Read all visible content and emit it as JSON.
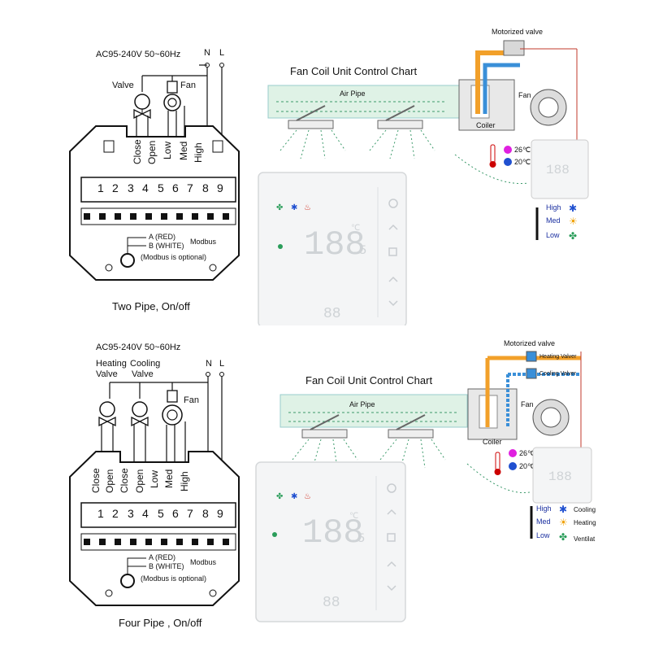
{
  "top": {
    "power_label": "AC95-240V  50~60Hz",
    "n_label": "N",
    "l_label": "L",
    "valve_label": "Valve",
    "fan_label": "Fan",
    "terminal_labels": [
      "Close",
      "Open",
      "Low",
      "Med",
      "High"
    ],
    "terminal_numbers": [
      "1",
      "2",
      "3",
      "4",
      "5",
      "6",
      "7",
      "8",
      "9"
    ],
    "modbus_a": "A (RED)",
    "modbus_b": "B (WHITE)",
    "modbus_label": "Modbus",
    "modbus_note": "(Modbus is optional)",
    "caption": "Two Pipe, On/off",
    "chart_title": "Fan Coil Unit Control Chart",
    "air_pipe": "Air Pipe",
    "motorized_valve": "Motorized valve",
    "fan_unit": "Fan",
    "coiler": "Coiler",
    "temp_hot": "26℃",
    "temp_cold": "20℃",
    "speed_high": "High",
    "speed_med": "Med",
    "speed_low": "Low",
    "display_main": "188",
    "display_decimal": ".5",
    "display_unit": "℃",
    "display_small": "88"
  },
  "bottom": {
    "power_label": "AC95-240V  50~60Hz",
    "n_label": "N",
    "l_label": "L",
    "heating_valve_1": "Heating",
    "heating_valve_2": "Valve",
    "cooling_valve_1": "Cooling",
    "cooling_valve_2": "Valve",
    "fan_label": "Fan",
    "terminal_labels": [
      "Close",
      "Open",
      "Close",
      "Open",
      "Low",
      "Med",
      "High"
    ],
    "terminal_numbers": [
      "1",
      "2",
      "3",
      "4",
      "5",
      "6",
      "7",
      "8",
      "9"
    ],
    "modbus_a": "A (RED)",
    "modbus_b": "B (WHITE)",
    "modbus_label": "Modbus",
    "modbus_note": "(Modbus is optional)",
    "caption": "Four Pipe , On/off",
    "chart_title": "Fan Coil Unit Control Chart",
    "air_pipe": "Air Pipe",
    "motorized_valve": "Motorized valve",
    "heating_valve_tag": "Heating Valver",
    "cooling_valve_tag": "Cooling Valver",
    "fan_unit": "Fan",
    "coiler": "Coiler",
    "temp_hot": "26℃",
    "temp_cold": "20℃",
    "speed_high": "High",
    "speed_med": "Med",
    "speed_low": "Low",
    "mode_cooling": "Cooling",
    "mode_heating": "Heating",
    "mode_ventilation": "Ventilat",
    "display_main": "188",
    "display_decimal": ".5",
    "display_unit": "℃",
    "display_small": "88"
  },
  "colors": {
    "air_pipe": "#dff2e6",
    "airflow": "#3c9a6b",
    "hot_pipe": "#f2a02a",
    "cold_pipe": "#3a8fd8",
    "wire_red": "#c0392b",
    "device_bg": "#f4f5f6"
  }
}
